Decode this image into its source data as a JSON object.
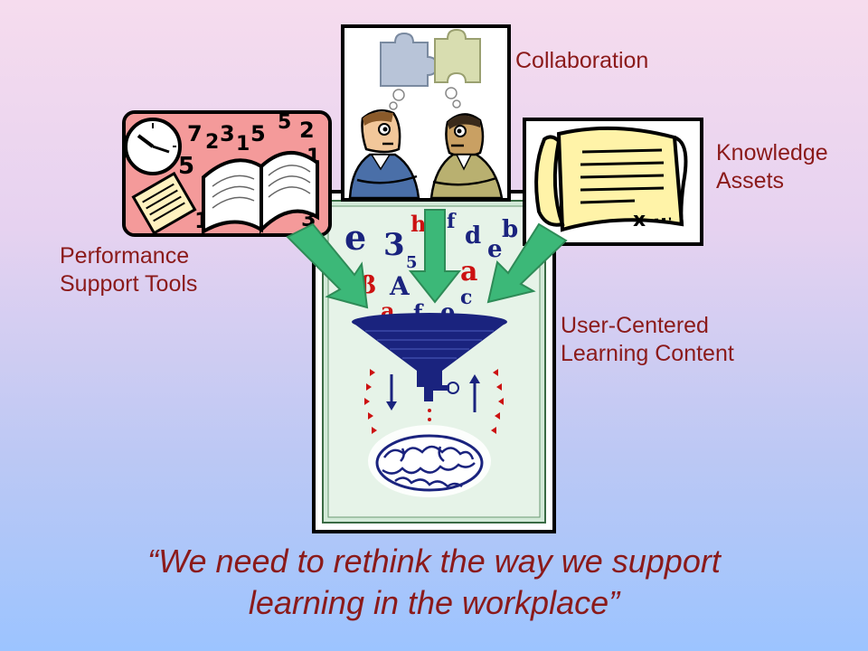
{
  "labels": {
    "collaboration": "Collaboration",
    "knowledge_line1": "Knowledge",
    "knowledge_line2": "Assets",
    "performance_line1": "Performance",
    "performance_line2": "Support Tools",
    "learning_line1": "User-Centered",
    "learning_line2": "Learning Content"
  },
  "quote": {
    "line1": "“We need to rethink the way we support",
    "line2": "learning in the workplace”"
  },
  "colors": {
    "label_text": "#8b1a1a",
    "arrow_green": "#3cb878",
    "funnel_blue": "#1a237e",
    "letter_red": "#cc1111",
    "letter_blue": "#1a237e"
  },
  "icons": {
    "collaboration": "people-puzzle-icon",
    "knowledge": "scroll-icon",
    "performance": "clock-book-icon",
    "learning": "funnel-brain-icon"
  }
}
